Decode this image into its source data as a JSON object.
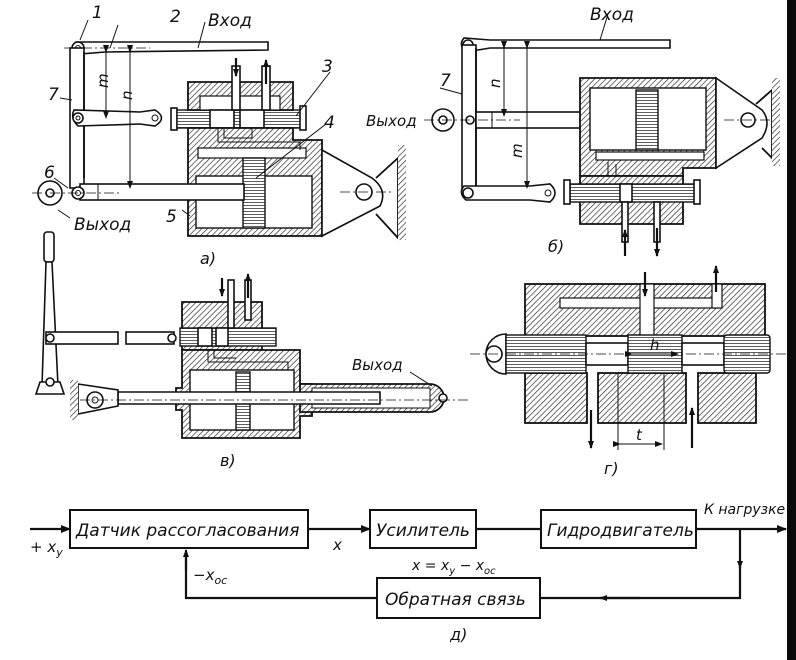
{
  "figure": {
    "subfigures": {
      "a": {
        "caption": "а)",
        "labels": {
          "n1": "1",
          "n2": "2",
          "n3": "3",
          "n4": "4",
          "n5": "5",
          "n6": "6",
          "n7": "7",
          "input": "Вход",
          "output": "Выход",
          "dim_m": "m",
          "dim_n": "n"
        }
      },
      "b": {
        "caption": "б)",
        "labels": {
          "n7": "7",
          "input": "Вход",
          "output": "Выход",
          "dim_n": "n",
          "dim_m": "m"
        }
      },
      "v": {
        "caption": "в)",
        "labels": {
          "output": "Выход"
        }
      },
      "g": {
        "caption": "г)",
        "labels": {
          "dim_h": "h",
          "dim_t": "t"
        }
      },
      "d": {
        "caption": "д)",
        "blocks": {
          "error_sensor": "Датчик рассогласования",
          "amplifier": "Усилитель",
          "hydromotor": "Гидродвигатель",
          "feedback": "Обратная связь"
        },
        "signals": {
          "input": "+ x",
          "input_sub": "у",
          "error": "x",
          "feedback_sig": "−x",
          "feedback_sub": "ос",
          "equation_x": "x = x",
          "equation_sub1": "у",
          "equation_minus": " − x",
          "equation_sub2": "ос",
          "to_load": "К нагрузке"
        }
      }
    }
  }
}
